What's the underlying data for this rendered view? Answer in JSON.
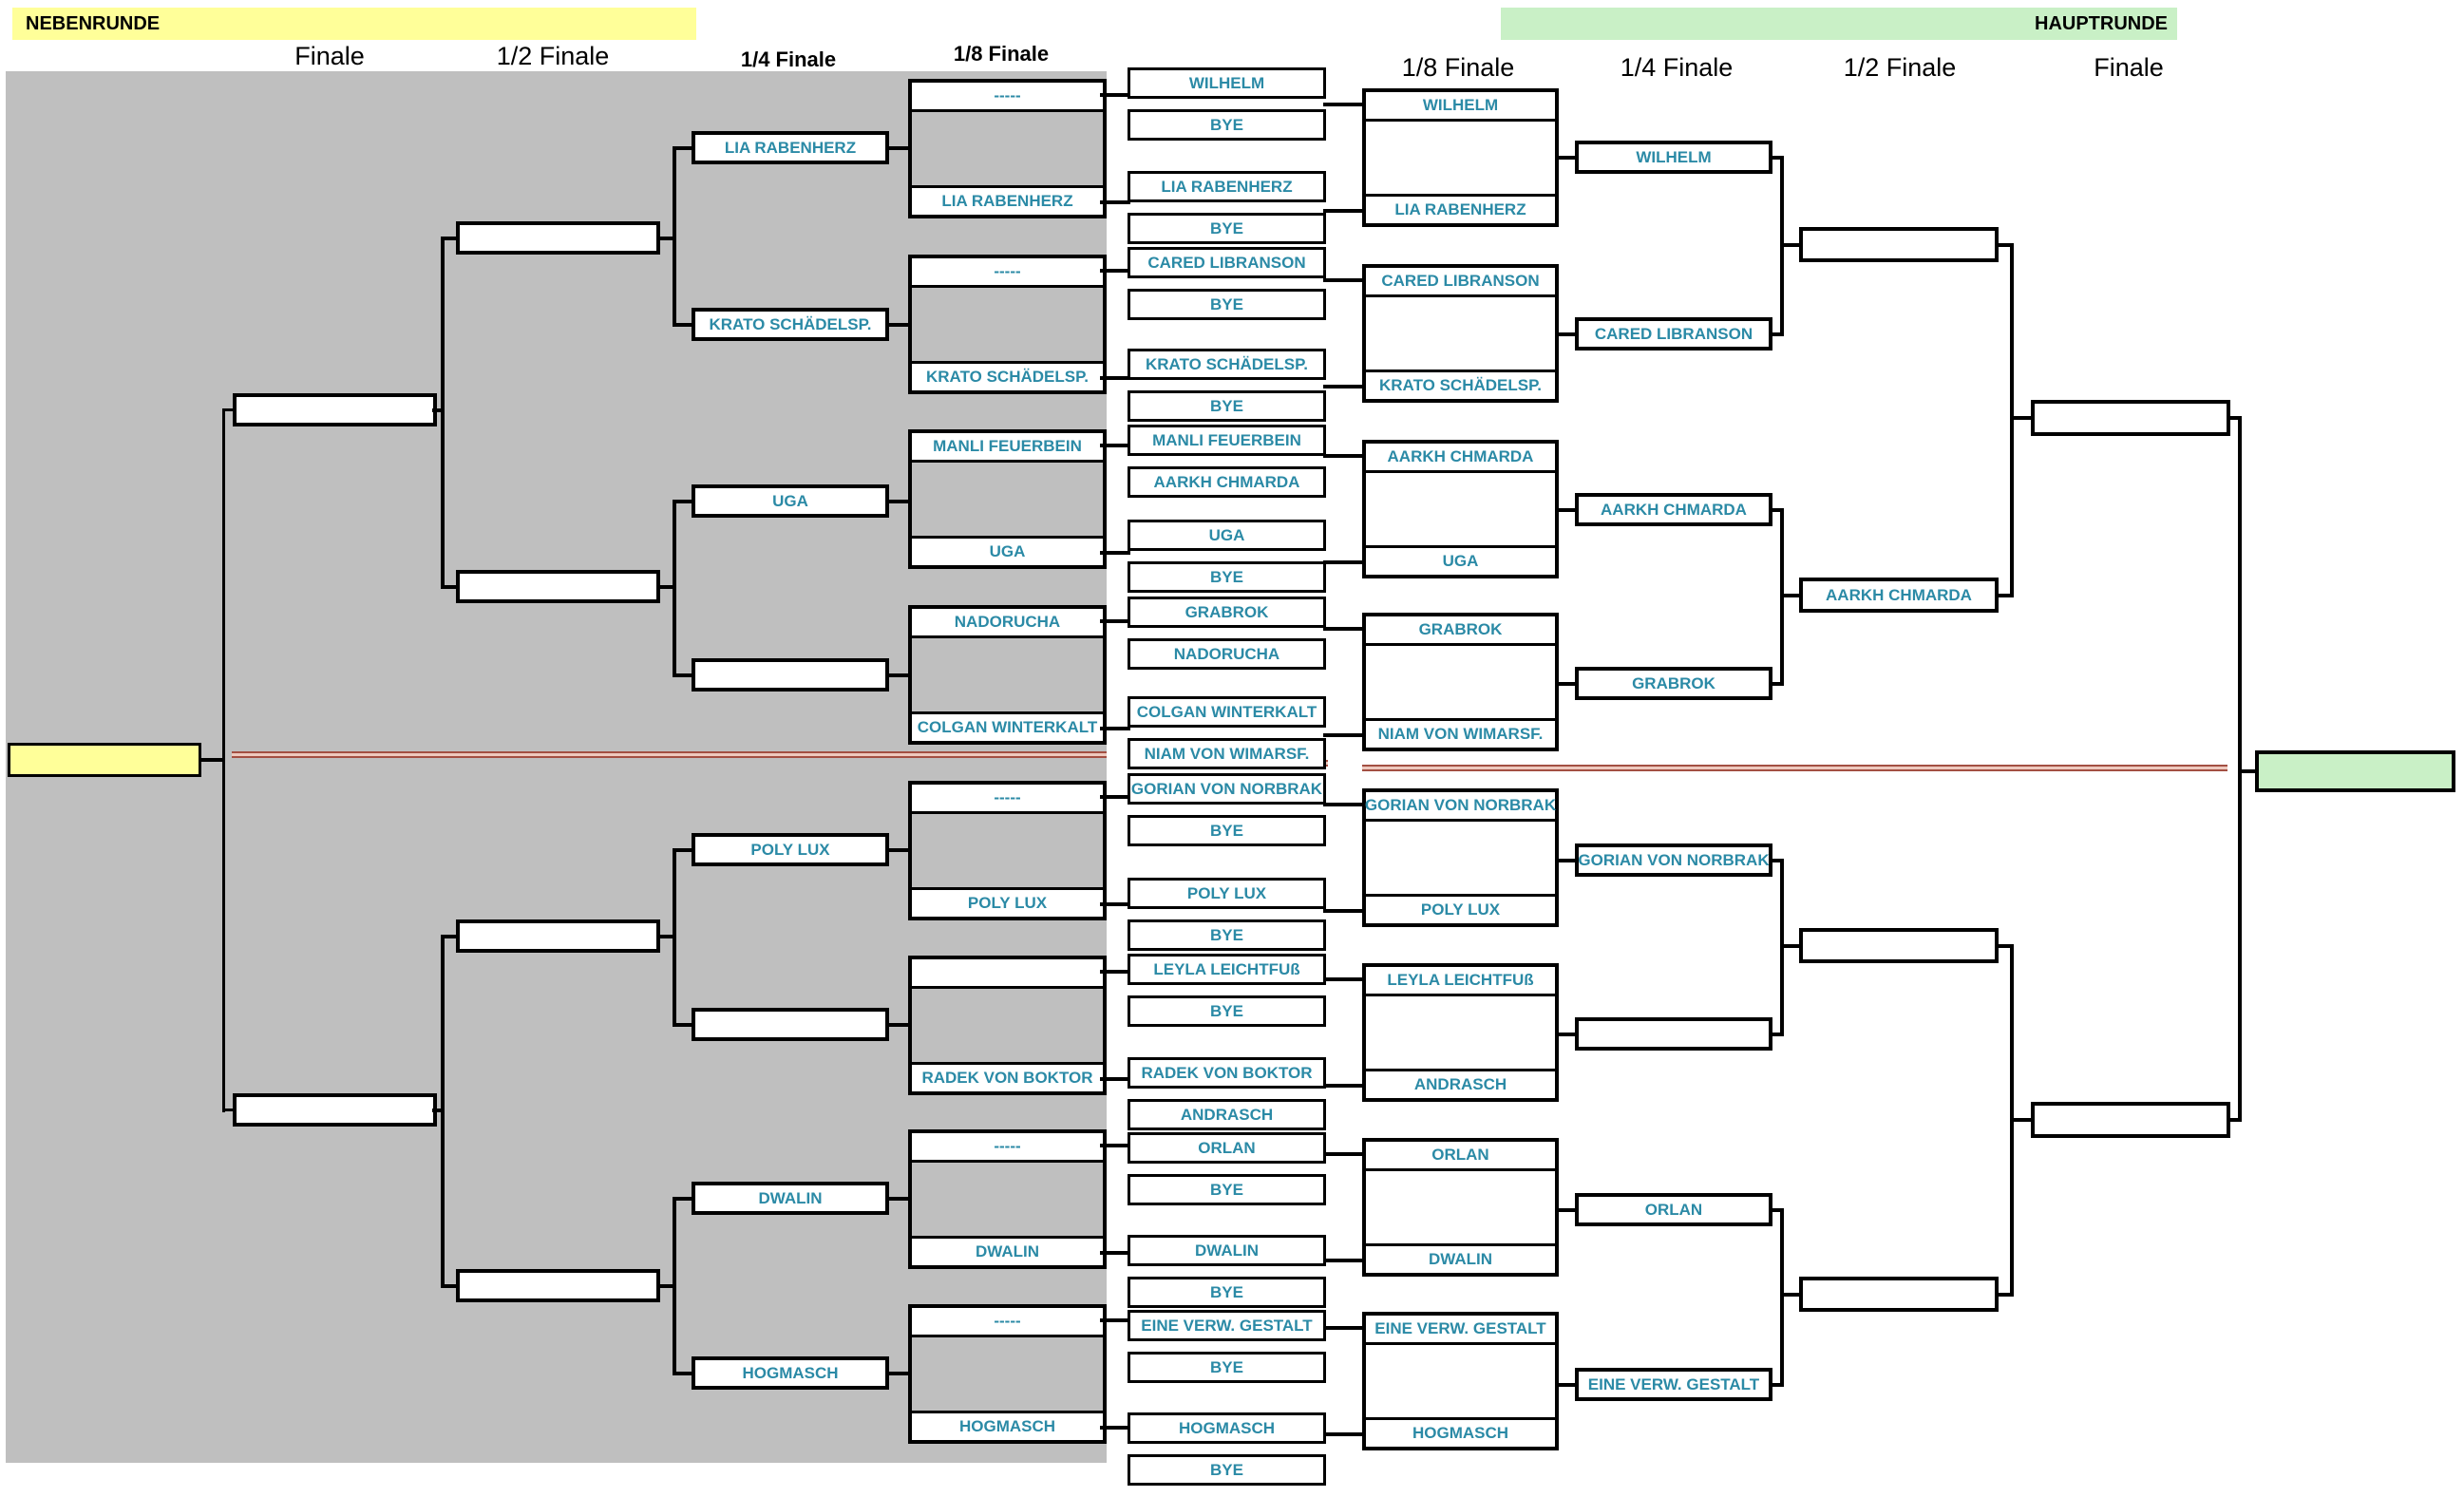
{
  "header": {
    "nebenrunde_label": "NEBENRUNDE",
    "hauptrunde_label": "HAUPTRUNDE",
    "left_columns": [
      "Finale",
      "1/2 Finale",
      "1/4 Finale",
      "1/8 Finale"
    ],
    "right_columns": [
      "1/8 Finale",
      "1/4 Finale",
      "1/2 Finale",
      "Finale"
    ],
    "colors": {
      "nebenrunde_bar": "#ffff99",
      "hauptrunde_bar": "#c9f0c6",
      "name_text": "#2b8aa6",
      "separator_line": "#a34f42",
      "nebenrunde_background": "#bfbfbf",
      "connector": "#000000"
    }
  },
  "first_round": [
    {
      "p1": "WILHELM",
      "p2": "BYE"
    },
    {
      "p1": "LIA RABENHERZ",
      "p2": "BYE"
    },
    {
      "p1": "CARED LIBRANSON",
      "p2": "BYE"
    },
    {
      "p1": "KRATO SCHÄDELSP.",
      "p2": "BYE"
    },
    {
      "p1": "MANLI FEUERBEIN",
      "p2": "AARKH CHMARDA"
    },
    {
      "p1": "UGA",
      "p2": "BYE"
    },
    {
      "p1": "GRABROK",
      "p2": "NADORUCHA"
    },
    {
      "p1": "COLGAN WINTERKALT",
      "p2": "NIAM VON WIMARSF."
    },
    {
      "p1": "GORIAN VON NORBRAK",
      "p2": "BYE"
    },
    {
      "p1": "POLY LUX",
      "p2": "BYE"
    },
    {
      "p1": "LEYLA LEICHTFUß",
      "p2": "BYE"
    },
    {
      "p1": "RADEK VON BOKTOR",
      "p2": "ANDRASCH"
    },
    {
      "p1": "ORLAN",
      "p2": "BYE"
    },
    {
      "p1": "DWALIN",
      "p2": "BYE"
    },
    {
      "p1": "EINE VERW. GESTALT",
      "p2": "BYE"
    },
    {
      "p1": "HOGMASCH",
      "p2": "BYE"
    }
  ],
  "nebenrunde": {
    "achtelfinale": [
      {
        "top": "-----",
        "bottom": "LIA RABENHERZ"
      },
      {
        "top": "-----",
        "bottom": "KRATO SCHÄDELSP."
      },
      {
        "top": "MANLI FEUERBEIN",
        "bottom": "UGA"
      },
      {
        "top": "NADORUCHA",
        "bottom": "COLGAN WINTERKALT"
      },
      {
        "top": "-----",
        "bottom": "POLY LUX"
      },
      {
        "top": "",
        "bottom": "RADEK VON BOKTOR"
      },
      {
        "top": "-----",
        "bottom": "DWALIN"
      },
      {
        "top": "-----",
        "bottom": "HOGMASCH"
      }
    ],
    "viertelfinale": [
      "LIA RABENHERZ",
      "KRATO SCHÄDELSP.",
      "UGA",
      "",
      "POLY LUX",
      "",
      "DWALIN",
      "HOGMASCH"
    ],
    "halbfinale": [
      "",
      "",
      "",
      ""
    ],
    "finale": [
      "",
      ""
    ],
    "champion": ""
  },
  "hauptrunde": {
    "achtelfinale": [
      {
        "top": "WILHELM",
        "bottom": "LIA RABENHERZ"
      },
      {
        "top": "CARED LIBRANSON",
        "bottom": "KRATO SCHÄDELSP."
      },
      {
        "top": "AARKH CHMARDA",
        "bottom": "UGA"
      },
      {
        "top": "GRABROK",
        "bottom": "NIAM VON WIMARSF."
      },
      {
        "top": "GORIAN VON NORBRAK",
        "bottom": "POLY LUX"
      },
      {
        "top": "LEYLA LEICHTFUß",
        "bottom": "ANDRASCH"
      },
      {
        "top": "ORLAN",
        "bottom": "DWALIN"
      },
      {
        "top": "EINE VERW. GESTALT",
        "bottom": "HOGMASCH"
      }
    ],
    "viertelfinale": [
      "WILHELM",
      "CARED LIBRANSON",
      "AARKH CHMARDA",
      "GRABROK",
      "GORIAN VON NORBRAK",
      "",
      "ORLAN",
      "EINE VERW. GESTALT"
    ],
    "halbfinale": [
      "",
      "AARKH CHMARDA",
      "",
      ""
    ],
    "finale": [
      "",
      ""
    ],
    "champion": ""
  }
}
